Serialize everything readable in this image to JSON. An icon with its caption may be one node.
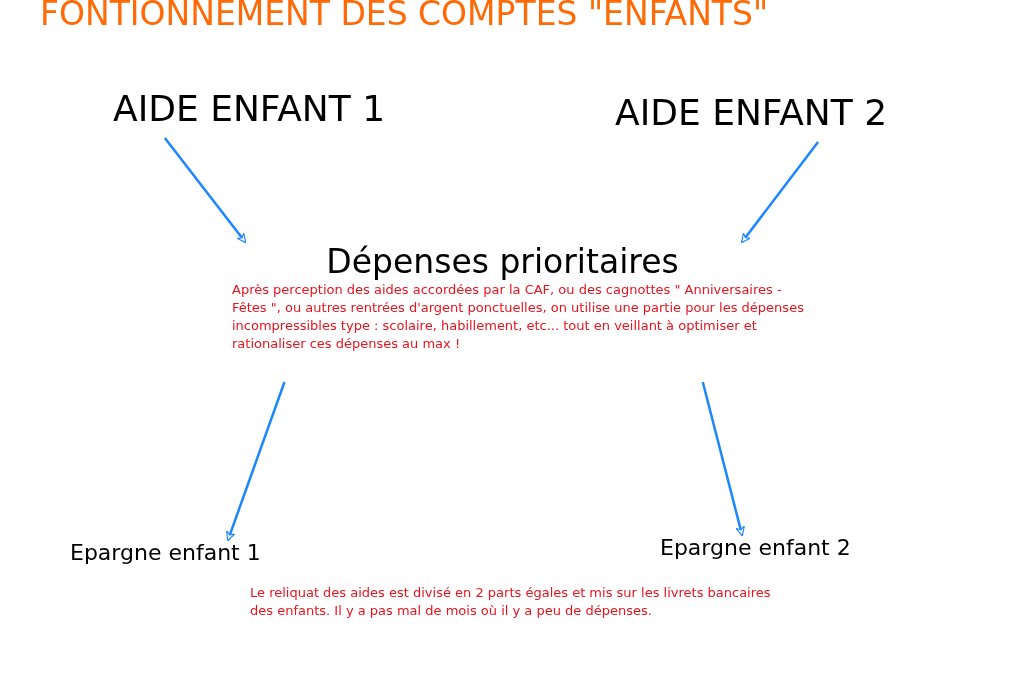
{
  "diagram": {
    "title": "FONTIONNEMENT DES COMPTES \"ENFANTS\"",
    "nodes": [
      {
        "text": [
          "AIDE ENFANT 1"
        ]
      },
      {
        "text": [
          "AIDE ENFANT 2"
        ]
      },
      {
        "text": [
          "Dépenses prioritaires",
          "Après perception des aides accordées par la CAF, ou des cagnottes \" Anniversaires - Fêtes \", ou autres rentrées d'argent ponctuelles, on utilise une partie pour les dépenses incompressibles type : scolaire, habillement, etc... tout en veillant à optimiser et rationaliser ces dépenses au max !"
        ]
      },
      {
        "text": [
          "Epargne enfant 1"
        ]
      },
      {
        "text": [
          "Epargne enfant 2"
        ]
      }
    ],
    "edges": [
      {
        "from": 0,
        "to": 2,
        "arrow": "to"
      },
      {
        "from": 1,
        "to": 2,
        "arrow": "to"
      },
      {
        "from": 2,
        "to": 3,
        "arrow": "to"
      },
      {
        "from": 2,
        "to": 4,
        "arrow": "to"
      }
    ],
    "labels": [
      "Le reliquat des aides est divisé en 2 parts égales et mis sur les livrets bancaires des enfants. Il y a pas mal de mois où il y a peu de dépenses."
    ]
  }
}
